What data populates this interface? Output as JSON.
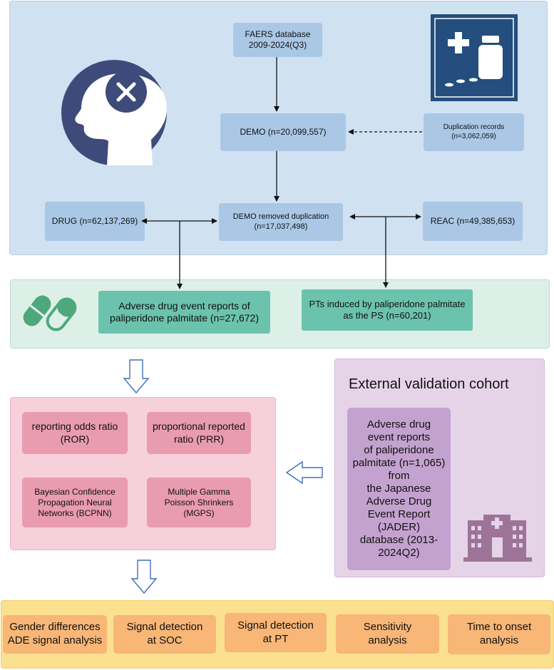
{
  "faers": {
    "source": "FAERS database\n2009-2024(Q3)",
    "demo": "DEMO (n=20,099,557)",
    "duplication": "Duplication records\n(n=3,062,059)",
    "demo_removed": "DEMO removed duplication\n(n=17,037,498)",
    "drug": "DRUG (n=62,137,269)",
    "reac": "REAC (n=49,385,653)"
  },
  "reports": {
    "ade_reports": "Adverse drug event reports of\npaliperidone palmitate (n=27,672)",
    "pts": "PTs induced by paliperidone palmitate\nas the PS (n=60,201)"
  },
  "methods": {
    "ror": "reporting odds ratio\n(ROR)",
    "prr": "proportional reported\nratio (PRR)",
    "bcpnn": "Bayesian Confidence\nPropagation Neural\nNetworks (BCPNN)",
    "mgps": "Multiple Gamma\nPoisson Shrinkers\n(MGPS)"
  },
  "validation": {
    "title": "External validation cohort",
    "body": "Adverse drug\nevent reports\nof paliperidone\npalmitate (n=1,065)\nfrom\nthe Japanese\nAdverse Drug\nEvent Report\n(JADER)\ndatabase (2013-\n2024Q2)"
  },
  "analyses": [
    "Gender differences\nADE signal analysis",
    "Signal detection\nat SOC",
    "Signal detection\nat PT",
    "Sensitivity\nanalysis",
    "Time to onset\nanalysis"
  ],
  "colors": {
    "top_panel": "#d0e1f1",
    "green_panel": "#ddf0e8",
    "pink_panel": "#f6d0da",
    "lilac_panel": "#e5d4e8",
    "orange_panel": "#fbe08f",
    "icon_navy": "#234e7d",
    "icon_gray": "#3e4b7a",
    "pill_green": "#4ea87c",
    "hospital": "#9d7497",
    "arrow_blue": "#3d6fbd"
  },
  "icons": [
    "head-with-x-icon",
    "medicine-bottle-icon",
    "capsule-pills-icon",
    "hospital-icon"
  ]
}
